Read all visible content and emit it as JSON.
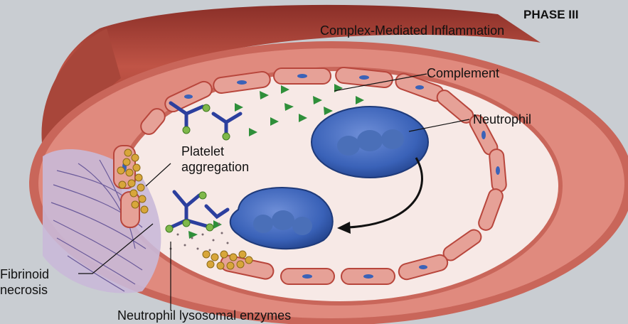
{
  "heading": {
    "phase": "PHASE III",
    "subtitle": "Complex-Mediated Inflammation"
  },
  "labels": {
    "complement": "Complement",
    "neutrophil": "Neutrophil",
    "platelet_line1": "Platelet",
    "platelet_line2": "aggregation",
    "fibrinoid_line1": "Fibrinoid",
    "fibrinoid_line2": "necrosis",
    "lysosomal": "Neutrophil lysosomal enzymes"
  },
  "colors": {
    "vessel_outer": "#b04a3e",
    "vessel_wall": "#c9665a",
    "lumen": "#f7e9e6",
    "endothelial_cell": "#e6a197",
    "neutrophil": "#3a62b8",
    "complement": "#2f8f3a",
    "antibody": "#2c3f9e",
    "platelet": "#d8a63a",
    "background": "#c9cdd2"
  }
}
